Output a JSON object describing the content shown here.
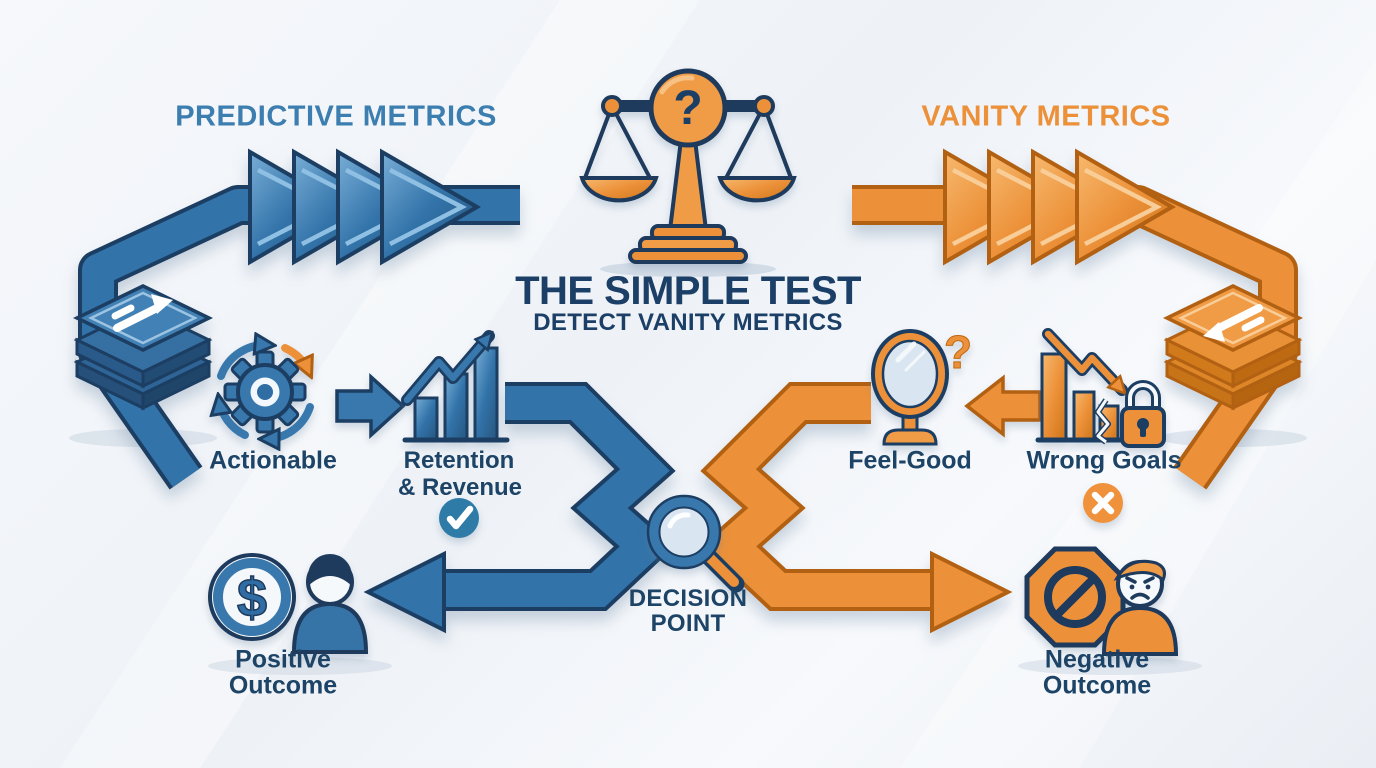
{
  "theme": {
    "bg": "#f2f5f9",
    "blue": "#3273A9",
    "blue-dark": "#1C3E63",
    "blue-heading": "#3C7EB0",
    "navy": "#1D4466",
    "orange": "#EC9139",
    "orange-dark": "#B26012",
    "check": "#2F7BA8",
    "glass": "#D9E6F2"
  },
  "header": {
    "title": "THE SIMPLE TEST",
    "subtitle": "DETECT VANITY METRICS",
    "scale_question": "?"
  },
  "predictive": {
    "heading": "PREDICTIVE METRICS",
    "step1": "Actionable",
    "step2_line1": "Retention",
    "step2_line2": "& Revenue",
    "outcome_line1": "Positive",
    "outcome_line2": "Outcome",
    "coin_symbol": "$"
  },
  "vanity": {
    "heading": "VANITY METRICS",
    "step1": "Feel-Good",
    "step2": "Wrong Goals",
    "mirror_question": "?",
    "outcome_line1": "Negative",
    "outcome_line2": "Outcome"
  },
  "decision": {
    "line1": "DECISION",
    "line2": "POINT"
  },
  "icons": {
    "balance-scale-icon": "orange balance scale with question-mark badge",
    "layers-stack-up-icon": "blue isometric stack with up-right arrow",
    "layers-stack-down-icon": "orange isometric stack with down-left arrow",
    "chevron-arrows": "four forward chevron arrows on flow band",
    "gear-cycle-icon": "gear with circular refresh arrows",
    "arrow-right-icon": "solid right arrow",
    "bar-chart-up-icon": "rising bar chart with trend arrow",
    "check-circle-icon": "blue circle with white checkmark",
    "mirror-icon": "hand mirror with question mark",
    "arrow-left-icon": "solid left arrow",
    "bar-chart-down-lock-icon": "declining bars, crashing arrow and padlock",
    "x-circle-icon": "orange circle with white x",
    "magnifier-icon": "magnifying glass at decision point",
    "dollar-coin-icon": "coin with dollar sign",
    "happy-user-icon": "person with blue shirt",
    "no-entry-icon": "octagon prohibition sign",
    "angry-user-icon": "angry person with orange shirt"
  }
}
